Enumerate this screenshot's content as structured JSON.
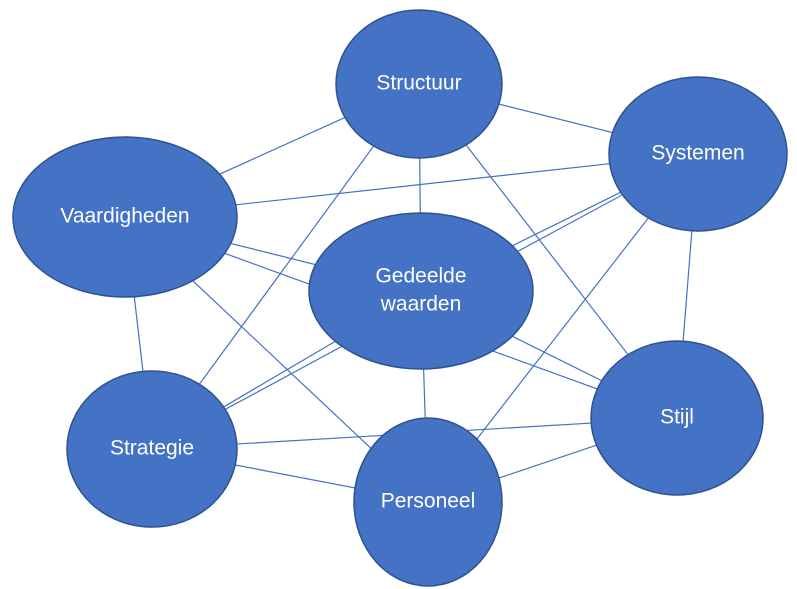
{
  "colors": {
    "node_fill": "#4472c4",
    "node_border": "#2f528f",
    "edge": "#4472c4",
    "label": "#ffffff",
    "background": "#ffffff"
  },
  "nodes": [
    {
      "id": "structuur",
      "lines": [
        "Structuur"
      ]
    },
    {
      "id": "systemen",
      "lines": [
        "Systemen"
      ]
    },
    {
      "id": "vaardigheden",
      "lines": [
        "Vaardigheden"
      ]
    },
    {
      "id": "gedeelde-waarden",
      "lines": [
        "Gedeelde",
        "waarden"
      ]
    },
    {
      "id": "strategie",
      "lines": [
        "Strategie"
      ]
    },
    {
      "id": "stijl",
      "lines": [
        "Stijl"
      ]
    },
    {
      "id": "personeel",
      "lines": [
        "Personeel"
      ]
    }
  ],
  "edges": [
    [
      "structuur",
      "systemen"
    ],
    [
      "structuur",
      "vaardigheden"
    ],
    [
      "structuur",
      "gedeelde-waarden"
    ],
    [
      "structuur",
      "strategie"
    ],
    [
      "structuur",
      "stijl"
    ],
    [
      "systemen",
      "vaardigheden"
    ],
    [
      "systemen",
      "gedeelde-waarden"
    ],
    [
      "systemen",
      "stijl"
    ],
    [
      "systemen",
      "personeel"
    ],
    [
      "systemen",
      "strategie"
    ],
    [
      "vaardigheden",
      "gedeelde-waarden"
    ],
    [
      "vaardigheden",
      "strategie"
    ],
    [
      "vaardigheden",
      "personeel"
    ],
    [
      "vaardigheden",
      "stijl"
    ],
    [
      "gedeelde-waarden",
      "strategie"
    ],
    [
      "gedeelde-waarden",
      "personeel"
    ],
    [
      "gedeelde-waarden",
      "stijl"
    ],
    [
      "strategie",
      "stijl"
    ],
    [
      "strategie",
      "personeel"
    ],
    [
      "personeel",
      "stijl"
    ]
  ]
}
